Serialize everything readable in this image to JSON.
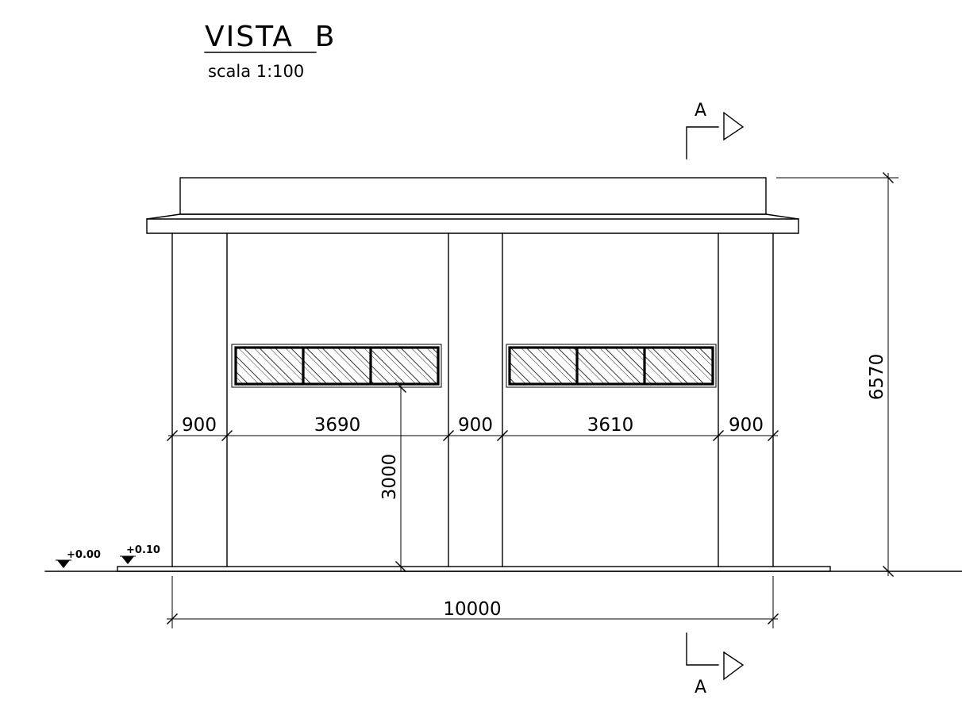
{
  "title": "VISTA  B",
  "scale": "scala 1:100",
  "section_marker": "A",
  "levels": {
    "ground": "+0.00",
    "floor": "+0.10"
  },
  "dimensions": {
    "spans": [
      "900",
      "3690",
      "900",
      "3610",
      "900"
    ],
    "total_width": "10000",
    "total_height": "6570",
    "window_height": "3000"
  },
  "colors": {
    "line": "#000000",
    "background": "#ffffff"
  }
}
